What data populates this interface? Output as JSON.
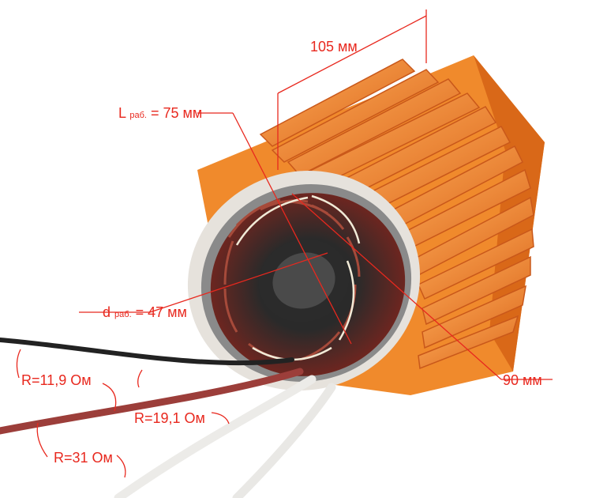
{
  "annotations": {
    "length_total": "105 мм",
    "length_work_prefix": "L",
    "length_work_sub": "раб.",
    "length_work_value": "= 75 мм",
    "diameter_work_prefix": "d",
    "diameter_work_sub": "раб.",
    "diameter_work_value": "= 47 мм",
    "diameter_outer": "90 мм",
    "resistance_1": "R=11,9 Ом",
    "resistance_2": "R=19,1 Ом",
    "resistance_3": "R=31 Ом"
  },
  "colors": {
    "annotation": "#e8281e",
    "housing": "#f08a2c",
    "winding": "#7a2a22"
  }
}
